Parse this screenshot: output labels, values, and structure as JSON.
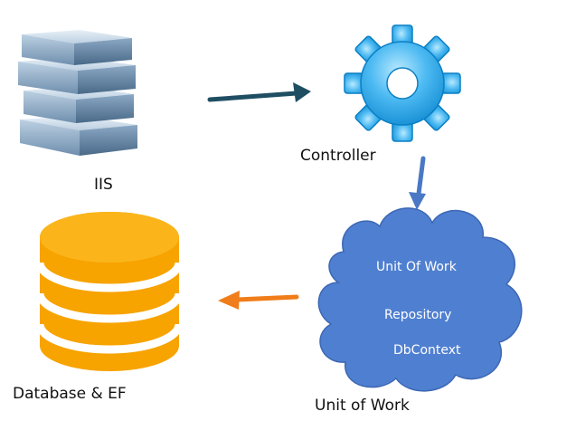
{
  "diagram": {
    "nodes": {
      "iis": {
        "label": "IIS",
        "icon": "server-stack-icon"
      },
      "controller": {
        "label": "Controller",
        "icon": "gear-icon"
      },
      "unit_of_work": {
        "label": "Unit of Work",
        "icon": "cloud-icon",
        "items": [
          "Unit Of Work",
          "Repository",
          "DbContext"
        ]
      },
      "database": {
        "label": "Database & EF",
        "icon": "database-icon"
      }
    },
    "colors": {
      "arrow_iis_controller": "#1f4e63",
      "arrow_controller_uow": "#4a78c4",
      "arrow_uow_database": "#f07d1a",
      "cloud_fill": "#4f7fd0",
      "database_fill": "#f7a300",
      "gear_fill": "#2ca6ea",
      "server_fill": "#a9c1d6"
    }
  }
}
